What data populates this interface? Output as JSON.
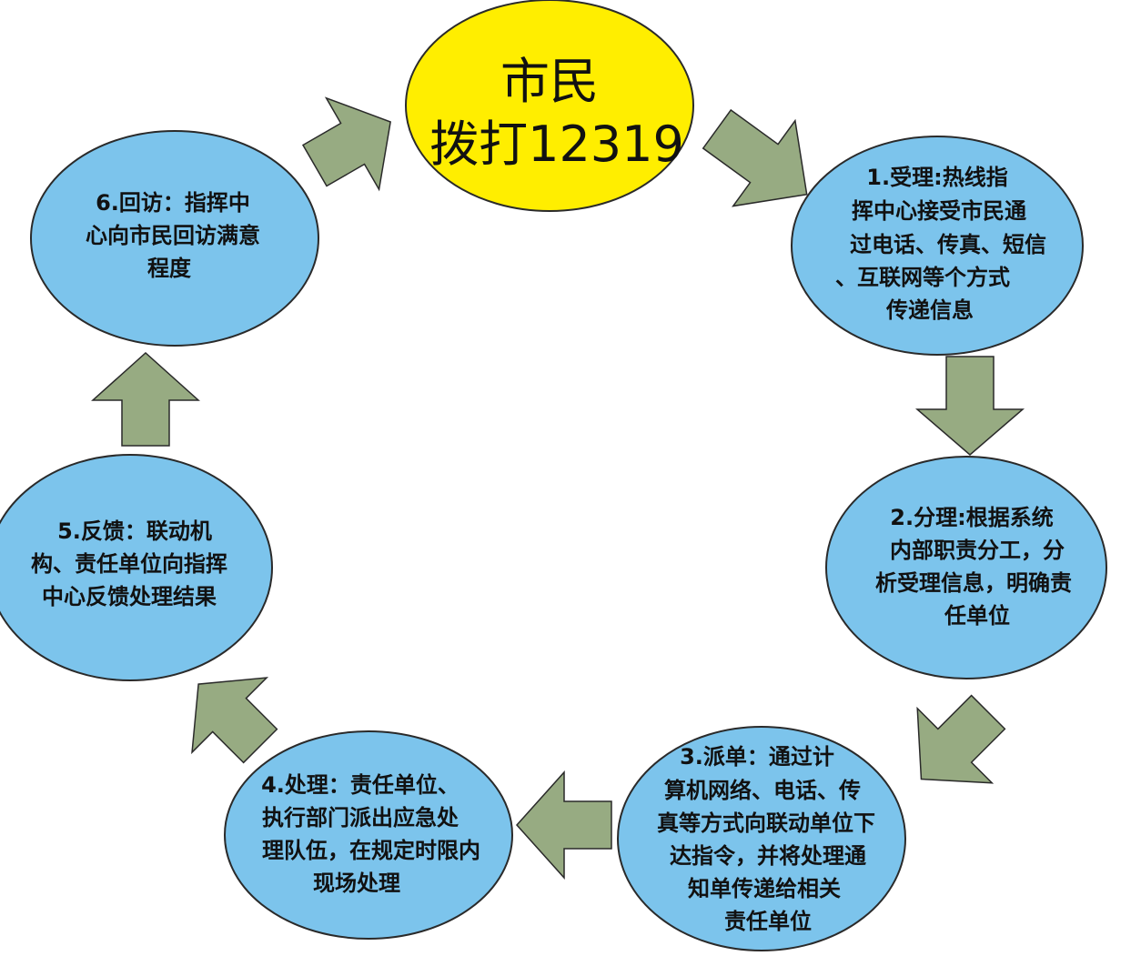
{
  "start": {
    "lines": [
      "市民",
      "拨打12319"
    ],
    "fill": "#ffee00"
  },
  "steps": [
    {
      "lines": [
        "1.受理:热线指",
        "挥中心接受市民通",
        "过电话、传真、短信",
        "、互联网等个方式",
        "传递信息"
      ]
    },
    {
      "lines": [
        "2.分理:根据系统",
        "内部职责分工，分",
        "析受理信息，明确责",
        "任单位"
      ]
    },
    {
      "lines": [
        "3.派单：通过计",
        "算机网络、电话、传",
        "真等方式向联动单位下",
        "达指令，并将处理通",
        "知单传递给相关",
        "责任单位"
      ]
    },
    {
      "lines": [
        "4.处理：责任单位、",
        "执行部门派出应急处",
        "理队伍，在规定时限内",
        "现场处理"
      ]
    },
    {
      "lines": [
        "5.反馈：联动机",
        "构、责任单位向指挥",
        "中心反馈处理结果"
      ]
    },
    {
      "lines": [
        "6.回访：指挥中",
        "心向市民回访满意",
        "程度"
      ]
    }
  ],
  "colors": {
    "step_fill": "#7cc4ec",
    "arrow_fill": "#97ab82",
    "outline": "#2a2a2a"
  }
}
